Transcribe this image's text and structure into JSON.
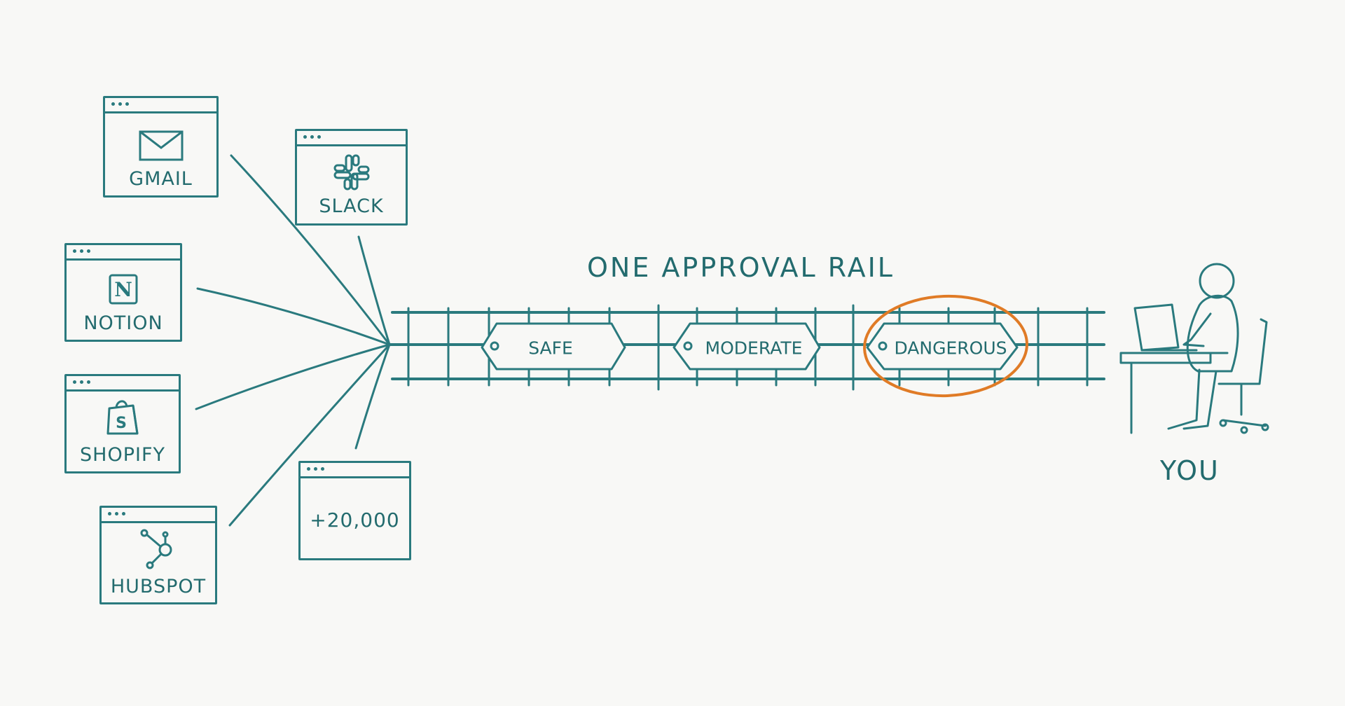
{
  "apps": [
    {
      "id": "gmail",
      "label": "GMAIL",
      "icon": "envelope-icon"
    },
    {
      "id": "slack",
      "label": "SLACK",
      "icon": "slack-logo-icon"
    },
    {
      "id": "notion",
      "label": "NOTION",
      "icon": "notion-logo-icon",
      "glyph": "N"
    },
    {
      "id": "shopify",
      "label": "SHOPIFY",
      "icon": "shopify-bag-icon",
      "glyph": "S"
    },
    {
      "id": "hubspot",
      "label": "HUBSPOT",
      "icon": "hubspot-logo-icon"
    },
    {
      "id": "more",
      "label": "+20,000"
    }
  ],
  "rail": {
    "title": "ONE APPROVAL RAIL",
    "tags": [
      {
        "label": "SAFE"
      },
      {
        "label": "MODERATE"
      },
      {
        "label": "DANGEROUS",
        "highlighted": true
      }
    ]
  },
  "user": {
    "label": "YOU"
  },
  "colors": {
    "ink": "#2a7a7e",
    "highlight": "#e07b26",
    "background": "#f8f8f6"
  }
}
